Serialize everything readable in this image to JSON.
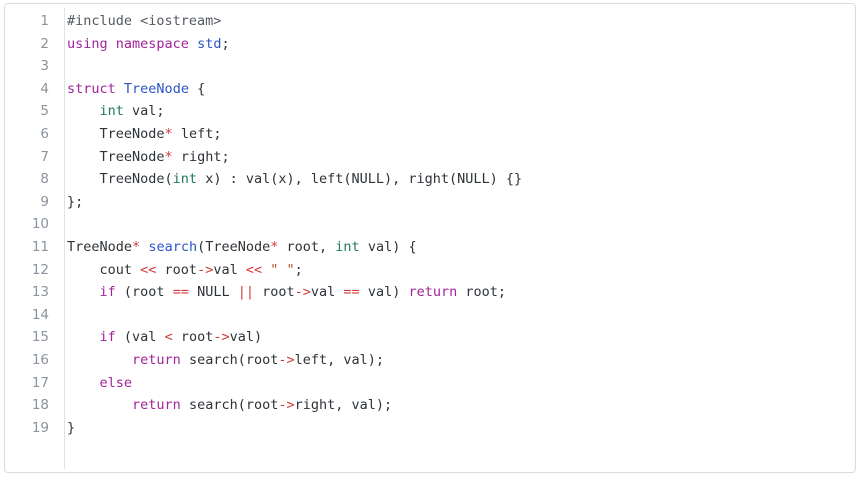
{
  "editor": {
    "lines": [
      {
        "n": "1",
        "tokens": [
          {
            "t": "#include <iostream>",
            "c": "pre"
          }
        ]
      },
      {
        "n": "2",
        "tokens": [
          {
            "t": "using",
            "c": "kw"
          },
          {
            "t": " ",
            "c": "plain"
          },
          {
            "t": "namespace",
            "c": "kw"
          },
          {
            "t": " ",
            "c": "plain"
          },
          {
            "t": "std",
            "c": "ns"
          },
          {
            "t": ";",
            "c": "plain"
          }
        ]
      },
      {
        "n": "3",
        "tokens": []
      },
      {
        "n": "4",
        "tokens": [
          {
            "t": "struct",
            "c": "kw"
          },
          {
            "t": " ",
            "c": "plain"
          },
          {
            "t": "TreeNode",
            "c": "ns"
          },
          {
            "t": " {",
            "c": "plain"
          }
        ]
      },
      {
        "n": "5",
        "tokens": [
          {
            "t": "    ",
            "c": "plain"
          },
          {
            "t": "int",
            "c": "type"
          },
          {
            "t": " val;",
            "c": "plain"
          }
        ]
      },
      {
        "n": "6",
        "tokens": [
          {
            "t": "    TreeNode",
            "c": "plain"
          },
          {
            "t": "*",
            "c": "op"
          },
          {
            "t": " left;",
            "c": "plain"
          }
        ]
      },
      {
        "n": "7",
        "tokens": [
          {
            "t": "    TreeNode",
            "c": "plain"
          },
          {
            "t": "*",
            "c": "op"
          },
          {
            "t": " right;",
            "c": "plain"
          }
        ]
      },
      {
        "n": "8",
        "tokens": [
          {
            "t": "    TreeNode(",
            "c": "plain"
          },
          {
            "t": "int",
            "c": "type"
          },
          {
            "t": " x) : val(x), left(NULL), right(NULL) {}",
            "c": "plain"
          }
        ]
      },
      {
        "n": "9",
        "tokens": [
          {
            "t": "};",
            "c": "plain"
          }
        ]
      },
      {
        "n": "10",
        "tokens": []
      },
      {
        "n": "11",
        "tokens": [
          {
            "t": "TreeNode",
            "c": "plain"
          },
          {
            "t": "*",
            "c": "op"
          },
          {
            "t": " ",
            "c": "plain"
          },
          {
            "t": "search",
            "c": "ns"
          },
          {
            "t": "(TreeNode",
            "c": "plain"
          },
          {
            "t": "*",
            "c": "op"
          },
          {
            "t": " root, ",
            "c": "plain"
          },
          {
            "t": "int",
            "c": "type"
          },
          {
            "t": " val) {",
            "c": "plain"
          }
        ]
      },
      {
        "n": "12",
        "tokens": [
          {
            "t": "    cout ",
            "c": "plain"
          },
          {
            "t": "<<",
            "c": "op"
          },
          {
            "t": " root",
            "c": "plain"
          },
          {
            "t": "->",
            "c": "op"
          },
          {
            "t": "val ",
            "c": "plain"
          },
          {
            "t": "<<",
            "c": "op"
          },
          {
            "t": " ",
            "c": "plain"
          },
          {
            "t": "\" \"",
            "c": "str"
          },
          {
            "t": ";",
            "c": "plain"
          }
        ]
      },
      {
        "n": "13",
        "tokens": [
          {
            "t": "    ",
            "c": "plain"
          },
          {
            "t": "if",
            "c": "kw"
          },
          {
            "t": " (root ",
            "c": "plain"
          },
          {
            "t": "==",
            "c": "op"
          },
          {
            "t": " NULL ",
            "c": "plain"
          },
          {
            "t": "||",
            "c": "op"
          },
          {
            "t": " root",
            "c": "plain"
          },
          {
            "t": "->",
            "c": "op"
          },
          {
            "t": "val ",
            "c": "plain"
          },
          {
            "t": "==",
            "c": "op"
          },
          {
            "t": " val) ",
            "c": "plain"
          },
          {
            "t": "return",
            "c": "kw"
          },
          {
            "t": " root;",
            "c": "plain"
          }
        ]
      },
      {
        "n": "14",
        "tokens": []
      },
      {
        "n": "15",
        "tokens": [
          {
            "t": "    ",
            "c": "plain"
          },
          {
            "t": "if",
            "c": "kw"
          },
          {
            "t": " (val ",
            "c": "plain"
          },
          {
            "t": "<",
            "c": "op"
          },
          {
            "t": " root",
            "c": "plain"
          },
          {
            "t": "->",
            "c": "op"
          },
          {
            "t": "val)",
            "c": "plain"
          }
        ]
      },
      {
        "n": "16",
        "tokens": [
          {
            "t": "        ",
            "c": "plain"
          },
          {
            "t": "return",
            "c": "kw"
          },
          {
            "t": " search(root",
            "c": "plain"
          },
          {
            "t": "->",
            "c": "op"
          },
          {
            "t": "left, val);",
            "c": "plain"
          }
        ]
      },
      {
        "n": "17",
        "tokens": [
          {
            "t": "    ",
            "c": "plain"
          },
          {
            "t": "else",
            "c": "kw"
          }
        ]
      },
      {
        "n": "18",
        "tokens": [
          {
            "t": "        ",
            "c": "plain"
          },
          {
            "t": "return",
            "c": "kw"
          },
          {
            "t": " search(root",
            "c": "plain"
          },
          {
            "t": "->",
            "c": "op"
          },
          {
            "t": "right, val);",
            "c": "plain"
          }
        ]
      },
      {
        "n": "19",
        "tokens": [
          {
            "t": "}",
            "c": "plain"
          }
        ]
      }
    ]
  }
}
